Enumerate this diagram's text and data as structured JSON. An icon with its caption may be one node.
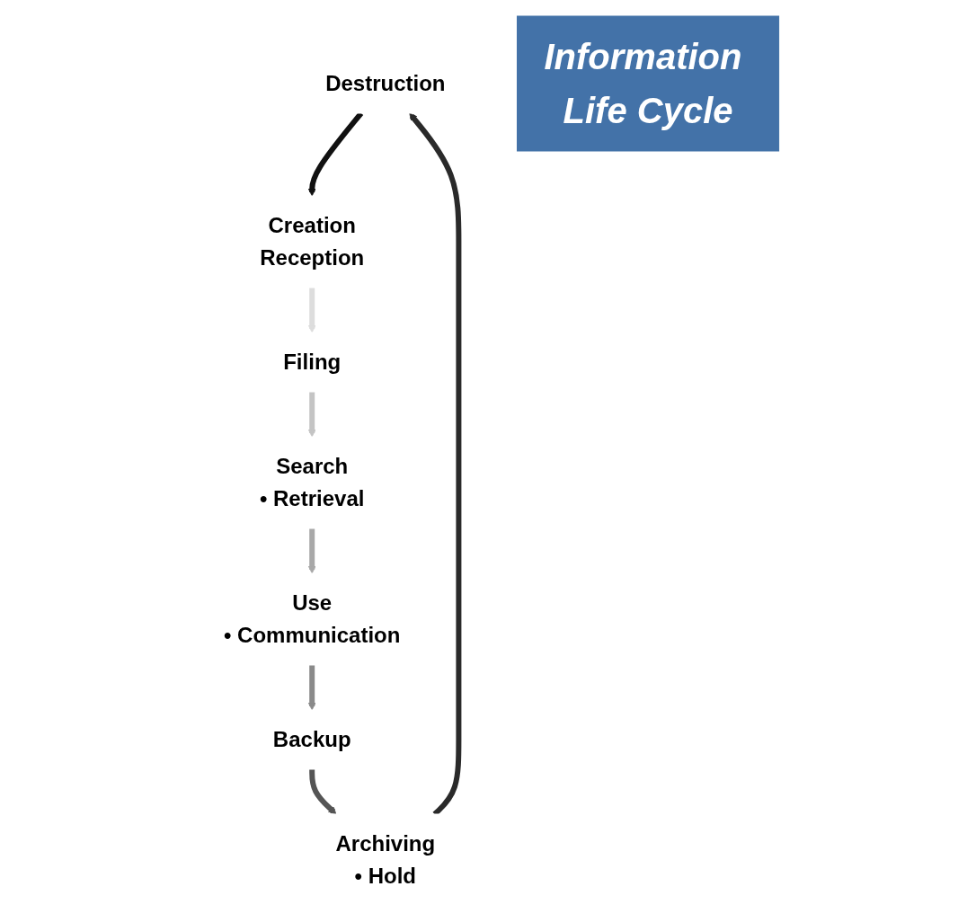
{
  "diagram": {
    "nodes": [
      {
        "text": [
          "Destruction"
        ]
      },
      {
        "text": [
          "Creation",
          "Reception"
        ]
      },
      {
        "text": [
          "Filing"
        ]
      },
      {
        "text": [
          "Search",
          "• Retrieval"
        ]
      },
      {
        "text": [
          "Use",
          "• Communication"
        ]
      },
      {
        "text": [
          "Backup"
        ]
      },
      {
        "text": [
          "Archiving",
          "• Hold"
        ]
      },
      {
        "text": [
          "Information Life Cycle"
        ]
      }
    ],
    "edges": [
      {
        "from": 0,
        "to": 1,
        "arrow": "to",
        "color": "#111111"
      },
      {
        "from": 1,
        "to": 2,
        "arrow": "to",
        "color": "#dddddd"
      },
      {
        "from": 2,
        "to": 3,
        "arrow": "to",
        "color": "#c4c4c4"
      },
      {
        "from": 3,
        "to": 4,
        "arrow": "to",
        "color": "#a8a8a8"
      },
      {
        "from": 4,
        "to": 5,
        "arrow": "to",
        "color": "#8a8a8a"
      },
      {
        "from": 5,
        "to": 6,
        "arrow": "to",
        "color": "#555555"
      },
      {
        "from": 6,
        "to": 0,
        "arrow": "to",
        "color": "#2a2a2a"
      }
    ]
  }
}
